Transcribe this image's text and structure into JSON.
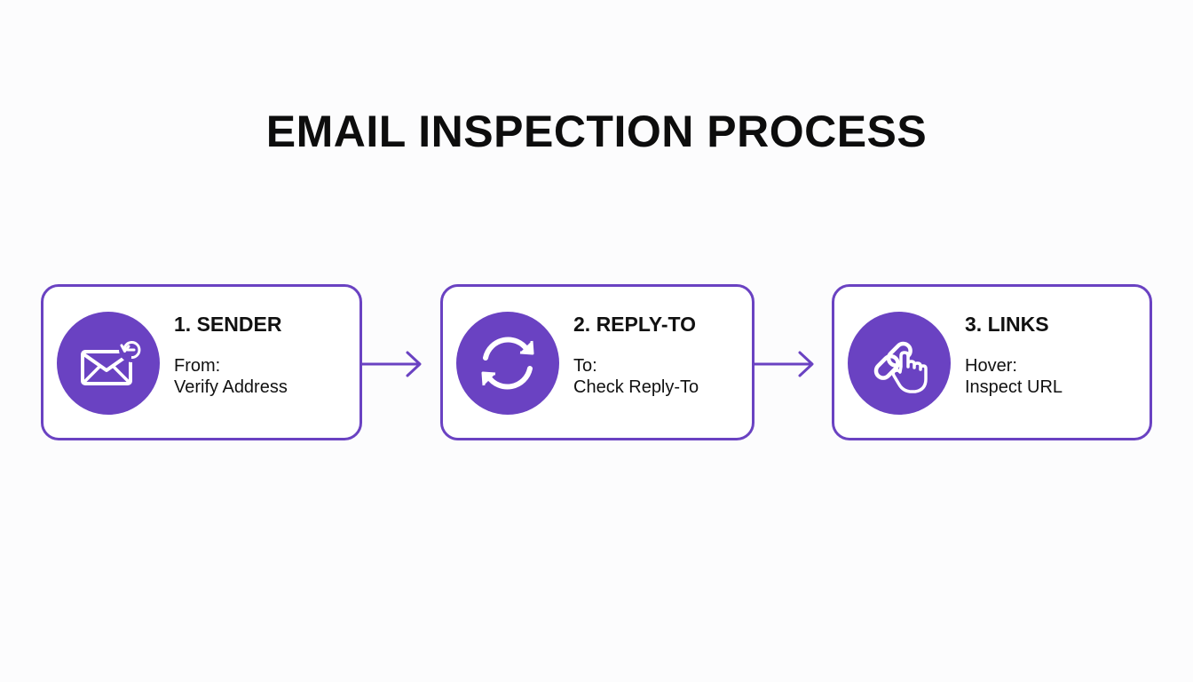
{
  "title": "EMAIL INSPECTION PROCESS",
  "colors": {
    "accent": "#6a42c2",
    "text": "#111111",
    "background": "#fcfcfd"
  },
  "steps": [
    {
      "title": "1. SENDER",
      "label": "From:",
      "description": "Verify Address",
      "icon": "envelope-refresh-icon"
    },
    {
      "title": "2. REPLY-TO",
      "label": "To:",
      "description": "Check Reply-To",
      "icon": "refresh-arrows-icon"
    },
    {
      "title": "3. LINKS",
      "label": "Hover:",
      "description": "Inspect URL",
      "icon": "link-pointer-icon"
    }
  ]
}
